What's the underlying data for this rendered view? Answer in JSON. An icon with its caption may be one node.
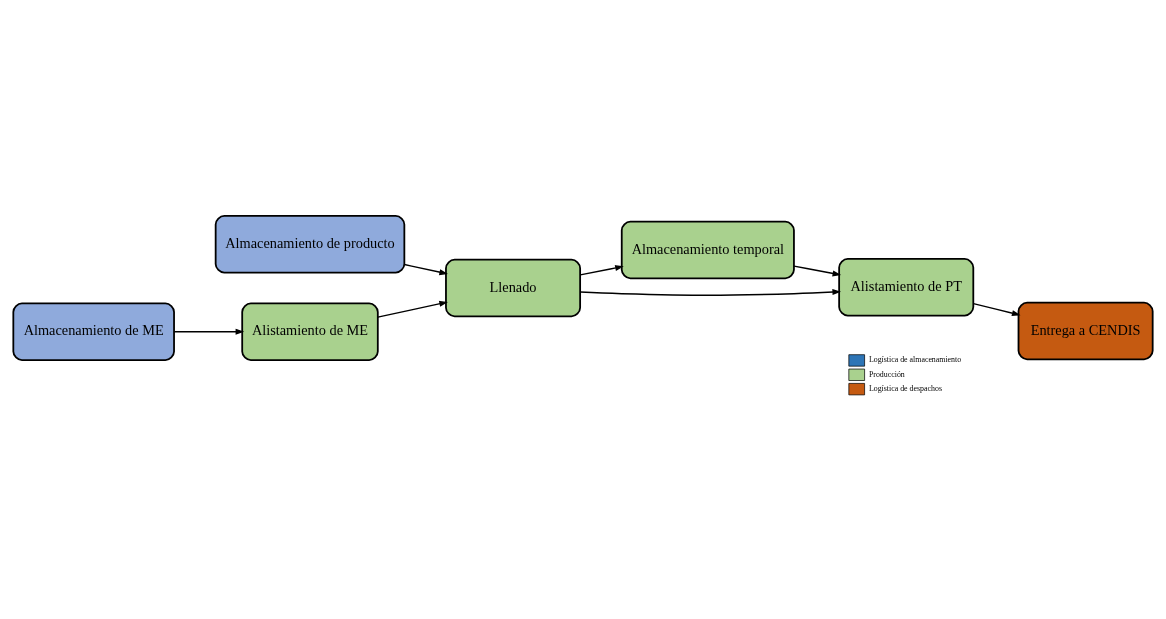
{
  "diagram": {
    "nodes": [
      {
        "text": [
          "Almacenamiento de producto"
        ]
      },
      {
        "text": [
          "Almacenamiento temporal"
        ]
      },
      {
        "text": [
          "Llenado"
        ]
      },
      {
        "text": [
          "Alistamiento de PT"
        ]
      },
      {
        "text": [
          "Almacenamiento de ME"
        ]
      },
      {
        "text": [
          "Alistamiento de ME"
        ]
      },
      {
        "text": [
          "Entrega a CENDIS"
        ]
      }
    ],
    "edges": [
      {
        "from": 0,
        "to": 2,
        "arrow": "to"
      },
      {
        "from": 2,
        "to": 1,
        "arrow": "to"
      },
      {
        "from": 1,
        "to": 3,
        "arrow": "to"
      },
      {
        "from": 2,
        "to": 3,
        "arrow": "to"
      },
      {
        "from": 4,
        "to": 5,
        "arrow": "to"
      },
      {
        "from": 5,
        "to": 2,
        "arrow": "to"
      },
      {
        "from": 3,
        "to": 6,
        "arrow": "to"
      }
    ],
    "legend": [
      {
        "text": "Logística de almacenamiento",
        "color": "#2e75b6"
      },
      {
        "text": "Producción",
        "color": "#a9d18e"
      },
      {
        "text": "Logística de despachos",
        "color": "#c55a11"
      }
    ]
  }
}
